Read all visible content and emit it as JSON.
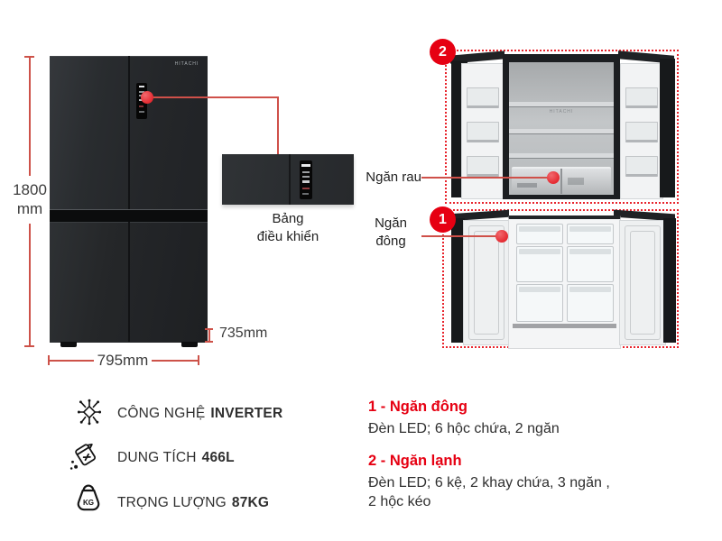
{
  "colors": {
    "accent_red": "#e60012",
    "line_red": "#cd5249",
    "dot_red": "#e42a31"
  },
  "brand": "HITACHI",
  "dimensions": {
    "height": "1800\nmm",
    "width": "795mm",
    "depth": "735mm"
  },
  "control_panel": {
    "caption": "Bảng\nđiều khiển"
  },
  "callouts": {
    "fridge_badge": "2",
    "freezer_badge": "1",
    "vegetable_label": "Ngăn rau",
    "freezer_label": "Ngăn\nđông"
  },
  "specs": [
    {
      "icon": "inverter-circuit-icon",
      "label": "CÔNG NGHỆ",
      "value": "INVERTER"
    },
    {
      "icon": "capacity-jug-icon",
      "label": "DUNG TÍCH",
      "value": "466L"
    },
    {
      "icon": "weight-kg-icon",
      "icon_text": "KG",
      "label": "TRỌNG LƯỢNG",
      "value": "87KG"
    }
  ],
  "features": [
    {
      "title": "1 - Ngăn đông",
      "desc": "Đèn LED; 6 hộc chứa, 2 ngăn"
    },
    {
      "title": "2 - Ngăn lạnh",
      "desc": "Đèn LED; 6 kệ, 2 khay chứa, 3 ngăn ,\n2 hộc kéo"
    }
  ]
}
